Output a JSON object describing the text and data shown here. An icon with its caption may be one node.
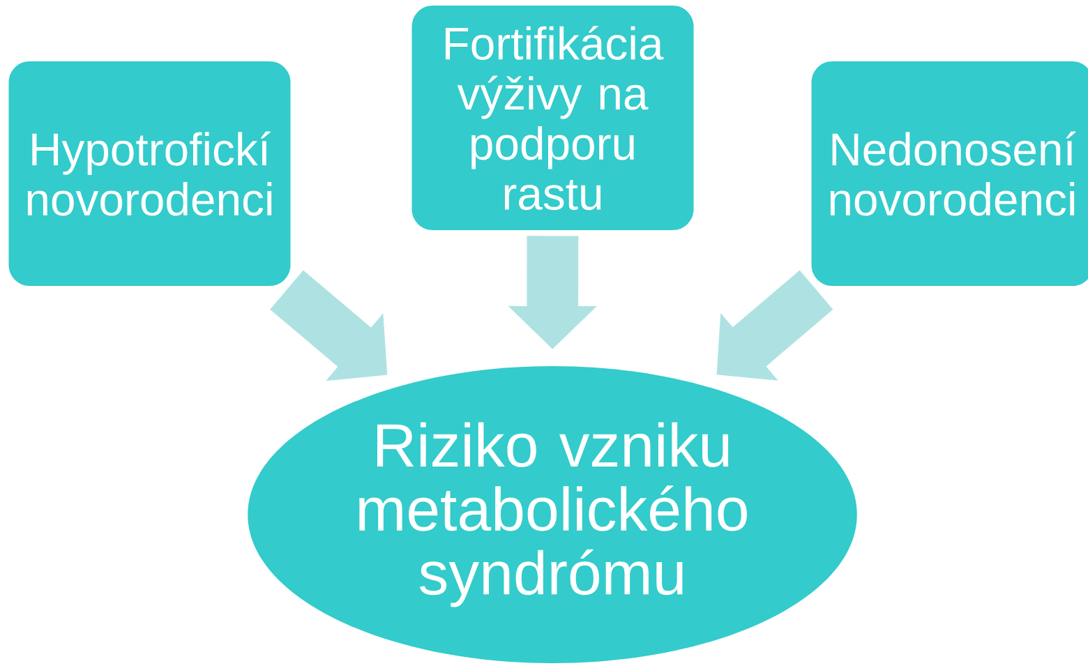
{
  "diagram": {
    "nodes": [
      {
        "text": [
          "Hypotrofickí novorodenci"
        ]
      },
      {
        "text": [
          "Fortifikácia výživy na podporu rastu"
        ]
      },
      {
        "text": [
          "Nedonosení novorodenci"
        ]
      },
      {
        "text": [
          "Riziko vzniku metabolického syndrómu"
        ]
      }
    ],
    "edges": [
      {
        "from": 0,
        "to": 3,
        "arrow": "to"
      },
      {
        "from": 1,
        "to": 3,
        "arrow": "to"
      },
      {
        "from": 2,
        "to": 3,
        "arrow": "to"
      }
    ]
  }
}
